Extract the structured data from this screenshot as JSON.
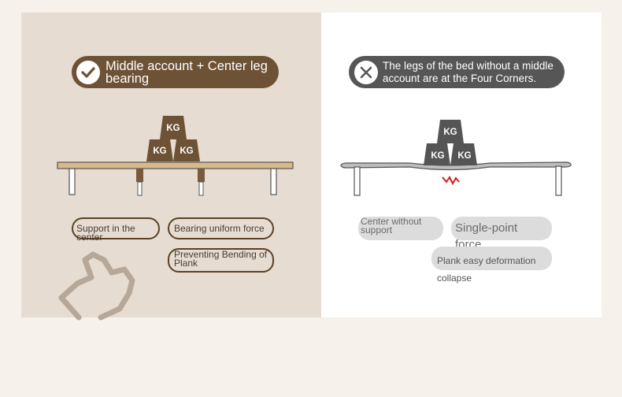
{
  "left": {
    "header": "Middle account + Center leg bearing",
    "tags": [
      "Support in the center",
      "Bearing uniform force",
      "Preventing Bending of Plank"
    ],
    "weights": [
      "KG",
      "KG",
      "KG"
    ]
  },
  "right": {
    "header": "The legs of the bed without a middle account are at the Four Corners.",
    "tags": [
      "Center without support",
      "Single-point force",
      "Plank easy deformation collapse"
    ],
    "weights": [
      "KG",
      "KG",
      "KG"
    ]
  },
  "colors": {
    "brown": "#6d5235",
    "gray": "#565656",
    "beige": "#e6dcd1",
    "warning": "#cc1f1f"
  },
  "icons": {
    "left": "check-icon",
    "right": "close-icon",
    "hand": "thumbs-up-icon"
  }
}
